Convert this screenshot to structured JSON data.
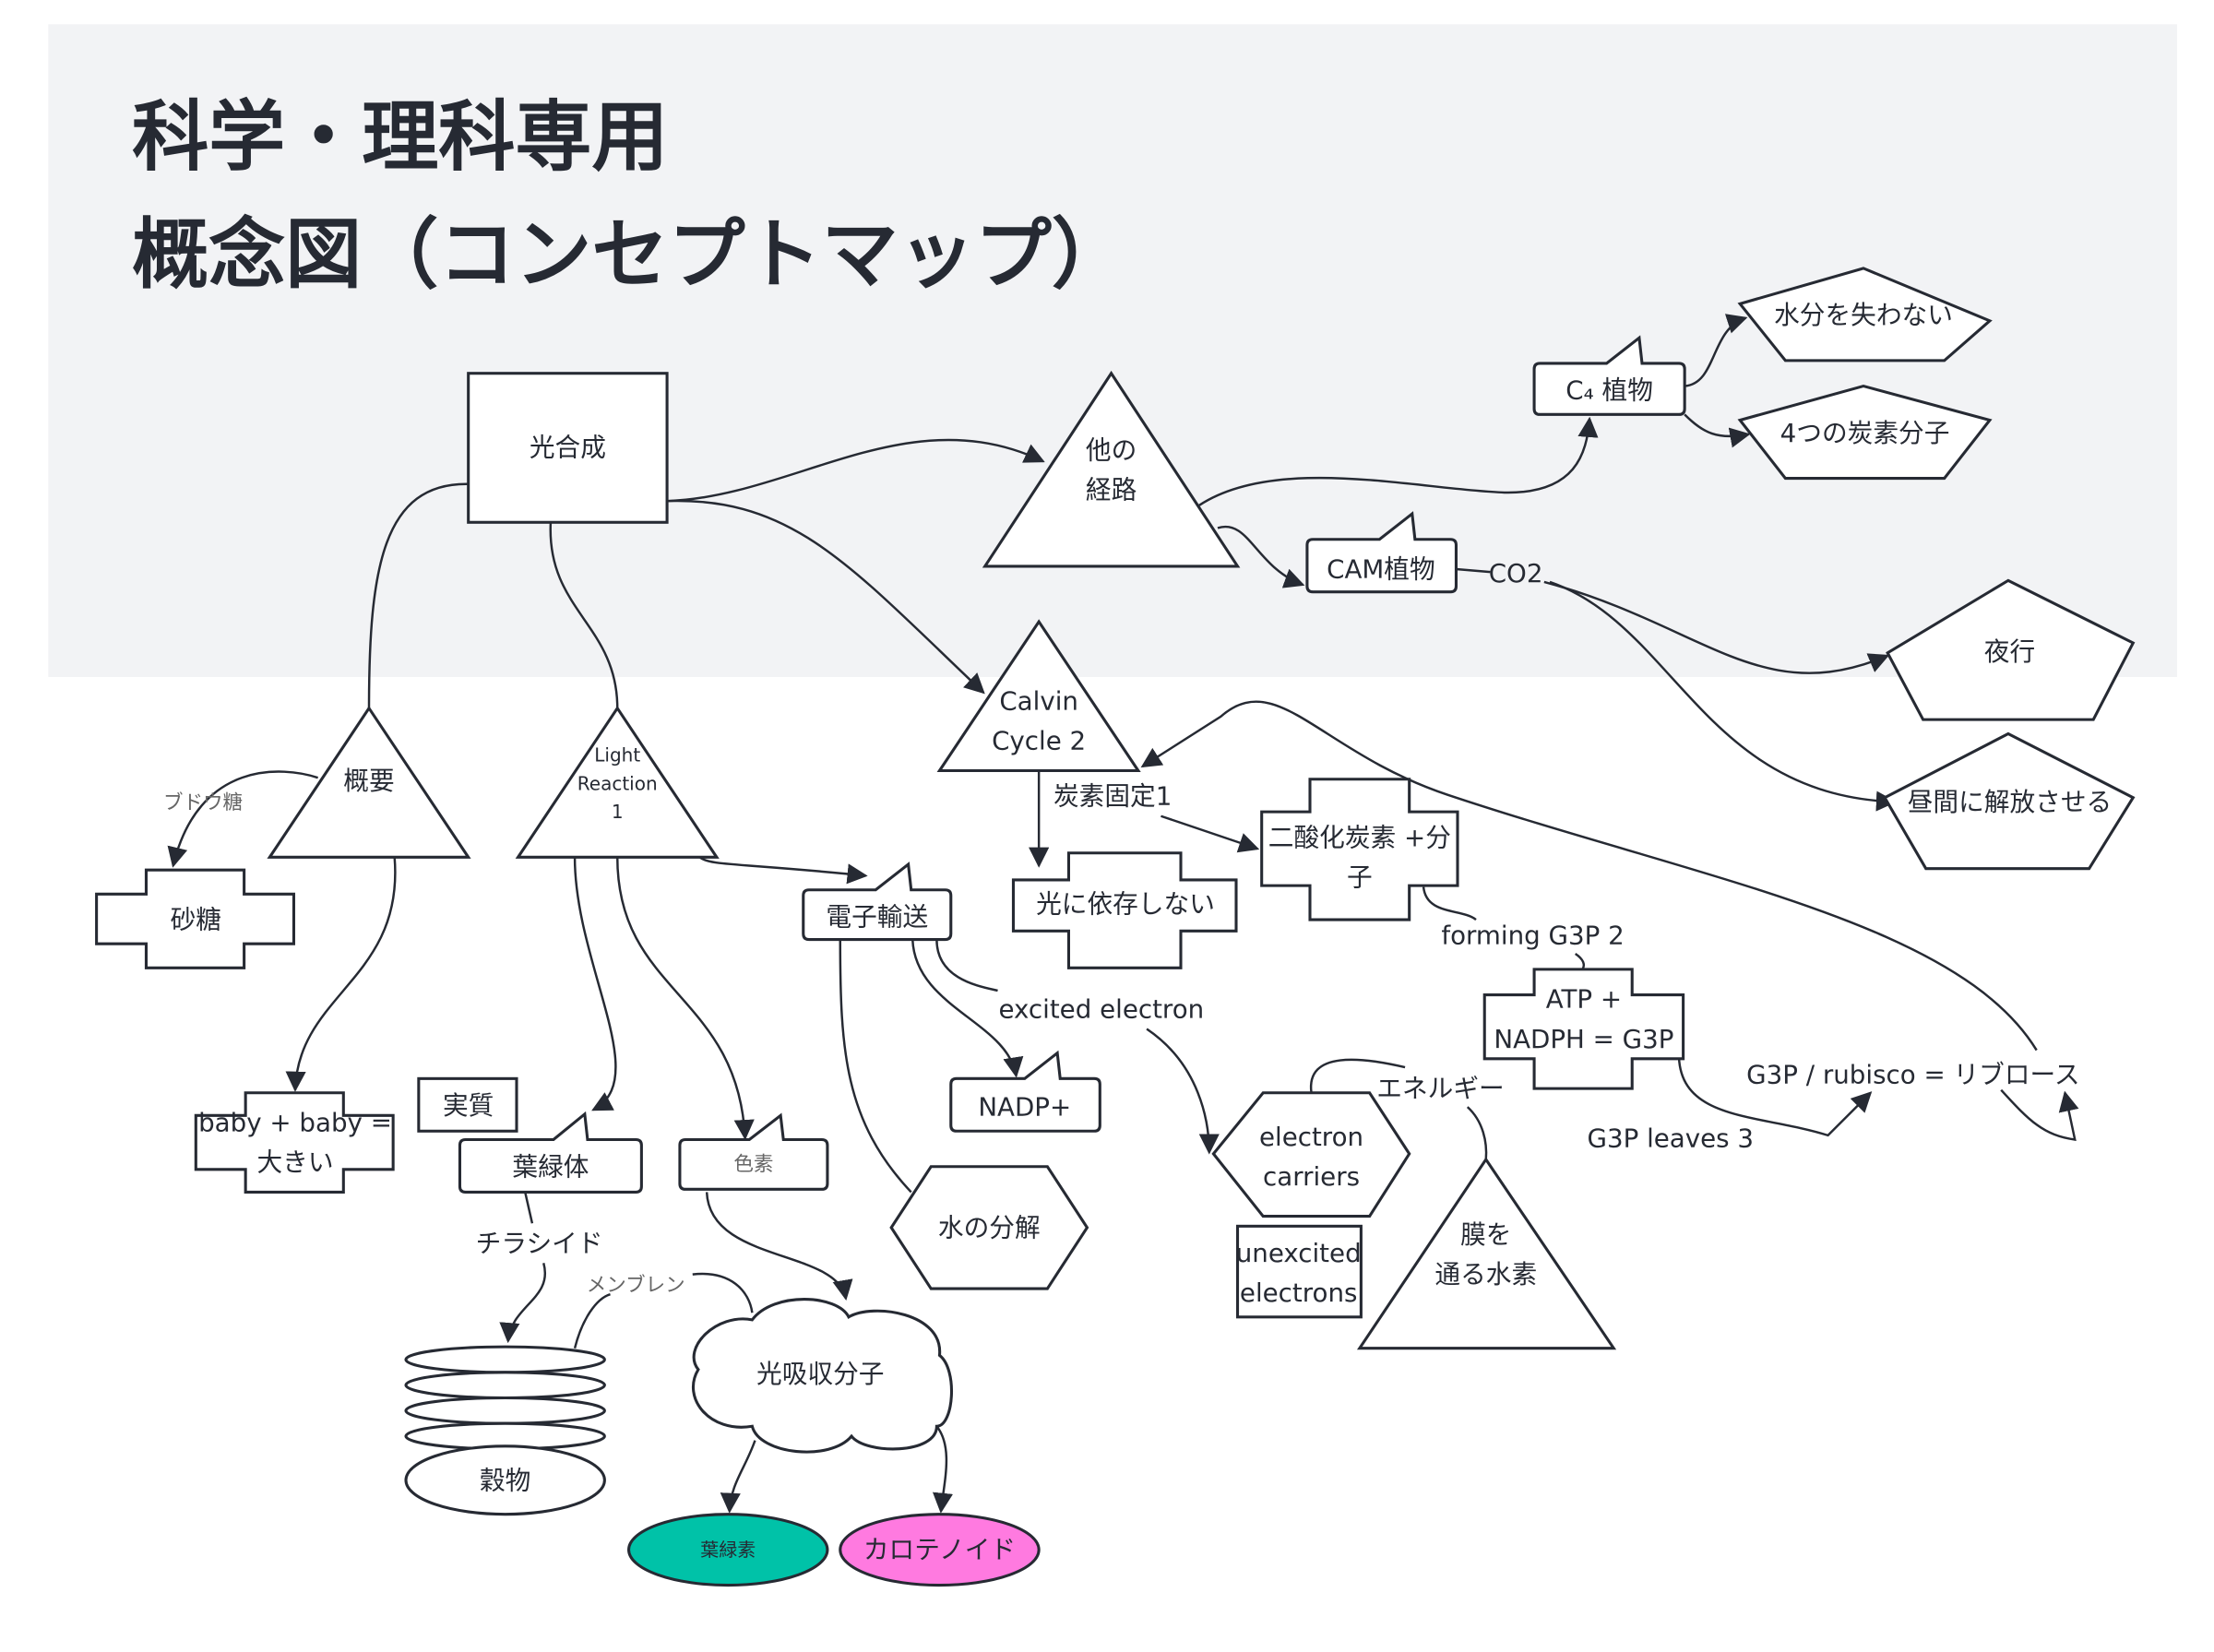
{
  "title": {
    "line1": "科学・理科専用",
    "line2": "概念図（コンセプトマップ）"
  },
  "colors": {
    "header_bg": "#f2f3f5",
    "stroke": "#262a33",
    "chlorophyll": "#00c2a8",
    "carotenoid": "#ff7ae0"
  },
  "nodes": {
    "photosynthesis": "光合成",
    "other_pathways": [
      "他の",
      "経路"
    ],
    "c4_plants": "C₄ 植物",
    "no_water_loss": "水分を失わない",
    "four_carbon": "4つの炭素分子",
    "cam_plants": "CAM植物",
    "nocturnal": "夜行",
    "release_daytime": "昼間に解放させる",
    "calvin_cycle": [
      "Calvin",
      "Cycle 2"
    ],
    "light_independent": "光に依存しない",
    "co2_molecule": [
      "二酸化炭素 +分",
      "子"
    ],
    "atp_nadph": [
      "ATP +",
      "NADPH = G3P"
    ],
    "electron_carriers": [
      "electron",
      "carriers"
    ],
    "unexcited_electrons": [
      "unexcited",
      "electrons"
    ],
    "hydrogen_membrane": [
      "膜を",
      "通る水素"
    ],
    "nadp": "NADP+",
    "water_split": "水の分解",
    "electron_transport": "電子輸送",
    "overview": "概要",
    "light_reaction": [
      "Light",
      "Reaction",
      "1"
    ],
    "sugar": "砂糖",
    "baby": [
      "baby + baby =",
      "大きい"
    ],
    "substance": "実質",
    "chloroplast": "葉緑体",
    "pigment": "色素",
    "grain": "穀物",
    "light_absorbing": "光吸収分子",
    "chlorophyll": "葉緑素",
    "carotenoid": "カロテノイド"
  },
  "edge_labels": {
    "co2": "CO2",
    "carbon_fixation": "炭素固定1",
    "forming_g3p": "forming G3P 2",
    "g3p_rubisco": "G3P / rubisco = リブロース",
    "g3p_leaves": "G3P leaves 3",
    "excited_electron": "excited electron",
    "energy": "エネルギー",
    "glucose": "ブドウ糖",
    "thylakoid": "チラシイド",
    "membrane": "メンブレン"
  }
}
